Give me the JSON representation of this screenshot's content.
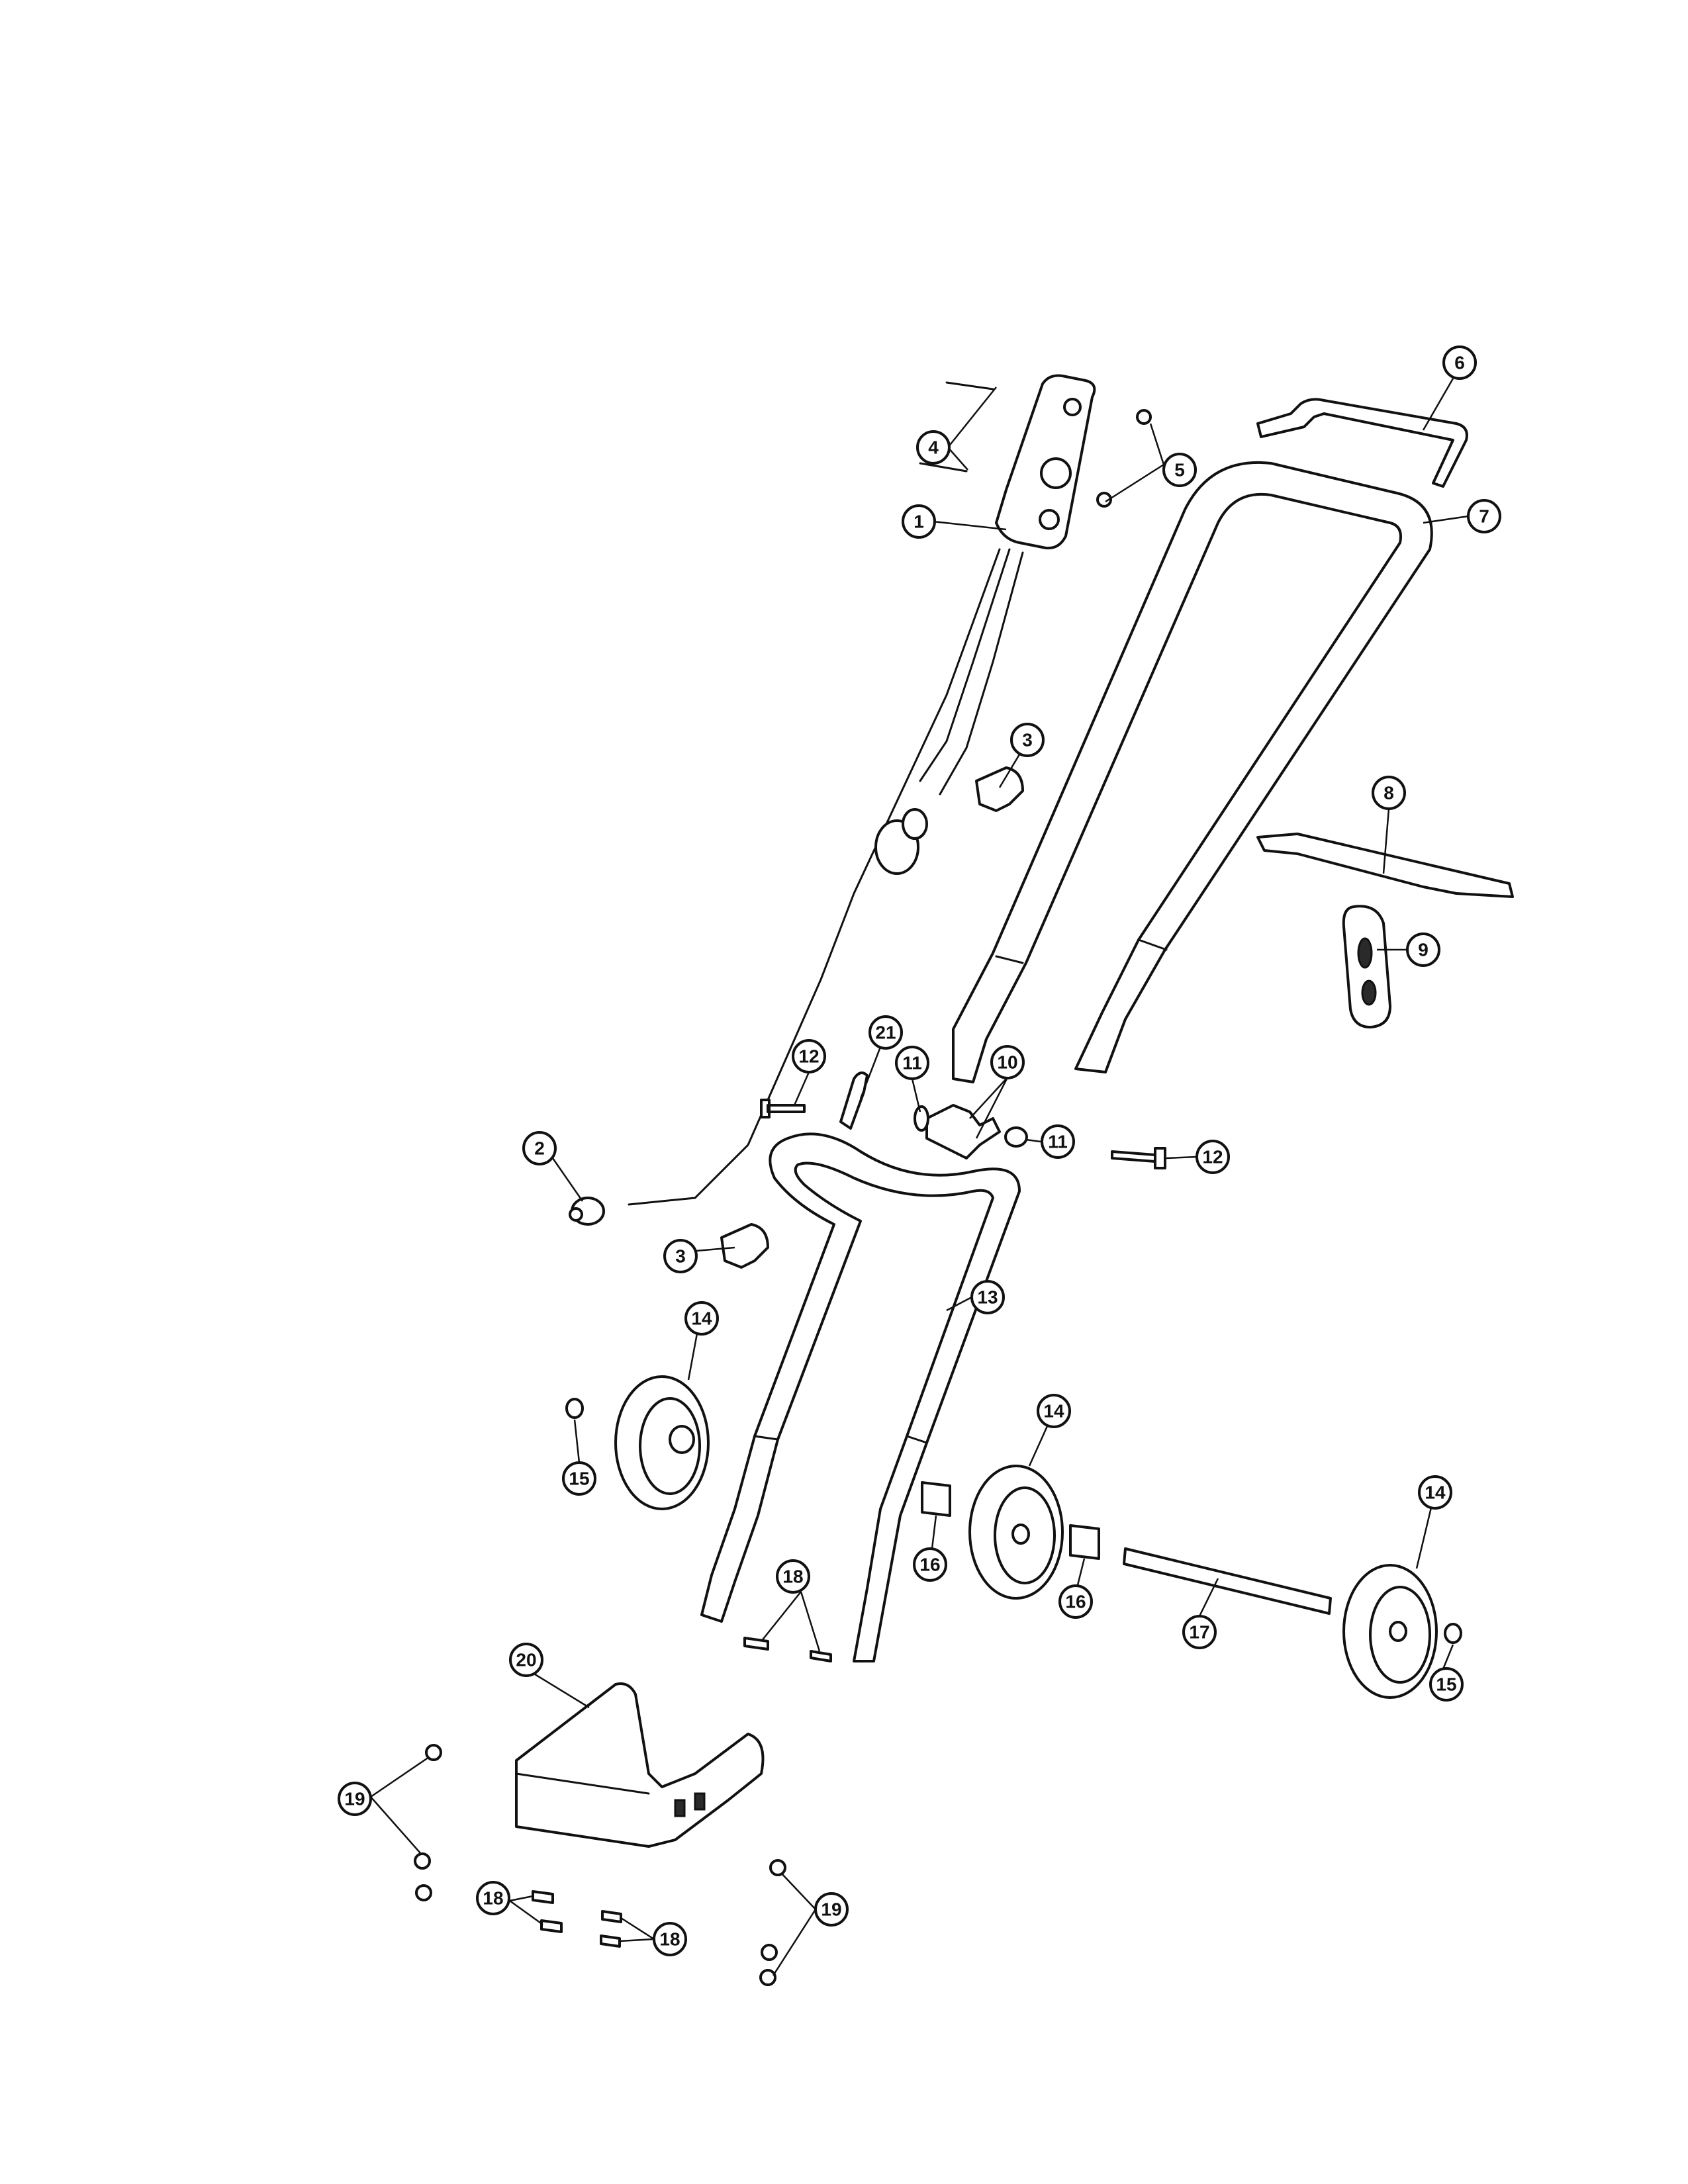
{
  "callouts": [
    {
      "id": "c1",
      "label": "1"
    },
    {
      "id": "c2",
      "label": "2"
    },
    {
      "id": "c3a",
      "label": "3"
    },
    {
      "id": "c3b",
      "label": "3"
    },
    {
      "id": "c4",
      "label": "4"
    },
    {
      "id": "c5",
      "label": "5"
    },
    {
      "id": "c6",
      "label": "6"
    },
    {
      "id": "c7",
      "label": "7"
    },
    {
      "id": "c8",
      "label": "8"
    },
    {
      "id": "c9",
      "label": "9"
    },
    {
      "id": "c10",
      "label": "10"
    },
    {
      "id": "c11a",
      "label": "11"
    },
    {
      "id": "c11b",
      "label": "11"
    },
    {
      "id": "c12a",
      "label": "12"
    },
    {
      "id": "c12b",
      "label": "12"
    },
    {
      "id": "c13",
      "label": "13"
    },
    {
      "id": "c14a",
      "label": "14"
    },
    {
      "id": "c14b",
      "label": "14"
    },
    {
      "id": "c14c",
      "label": "14"
    },
    {
      "id": "c15a",
      "label": "15"
    },
    {
      "id": "c15b",
      "label": "15"
    },
    {
      "id": "c16a",
      "label": "16"
    },
    {
      "id": "c16b",
      "label": "16"
    },
    {
      "id": "c17",
      "label": "17"
    },
    {
      "id": "c18a",
      "label": "18"
    },
    {
      "id": "c18b",
      "label": "18"
    },
    {
      "id": "c18c",
      "label": "18"
    },
    {
      "id": "c19a",
      "label": "19"
    },
    {
      "id": "c19b",
      "label": "19"
    },
    {
      "id": "c20",
      "label": "20"
    },
    {
      "id": "c21",
      "label": "21"
    }
  ]
}
